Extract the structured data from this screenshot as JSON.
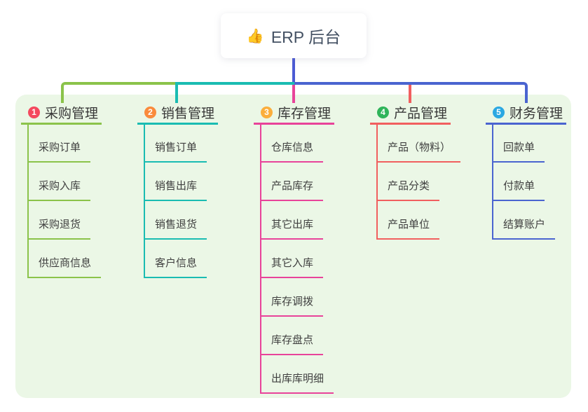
{
  "root": {
    "icon": "👍",
    "title": "ERP 后台",
    "line_color": "#4c5bd4"
  },
  "panel_color": "#ebf7e6",
  "branches": [
    {
      "num": "1",
      "label": "采购管理",
      "badge_color": "#f4495e",
      "line_color": "#8bc34a",
      "children": [
        "采购订单",
        "采购入库",
        "采购退货",
        "供应商信息"
      ]
    },
    {
      "num": "2",
      "label": "销售管理",
      "badge_color": "#fa8b3c",
      "line_color": "#1abcb2",
      "children": [
        "销售订单",
        "销售出库",
        "销售退货",
        "客户信息"
      ]
    },
    {
      "num": "3",
      "label": "库存管理",
      "badge_color": "#fbae3c",
      "line_color": "#e8439a",
      "children": [
        "仓库信息",
        "产品库存",
        "其它出库",
        "其它入库",
        "库存调拨",
        "库存盘点",
        "出库库明细"
      ]
    },
    {
      "num": "4",
      "label": "产品管理",
      "badge_color": "#2fb45a",
      "line_color": "#f15f5f",
      "children": [
        "产品（物料）",
        "产品分类",
        "产品单位"
      ]
    },
    {
      "num": "5",
      "label": "财务管理",
      "badge_color": "#2ba8e2",
      "line_color": "#4a64d0",
      "children": [
        "回款单",
        "付款单",
        "结算账户"
      ]
    }
  ]
}
